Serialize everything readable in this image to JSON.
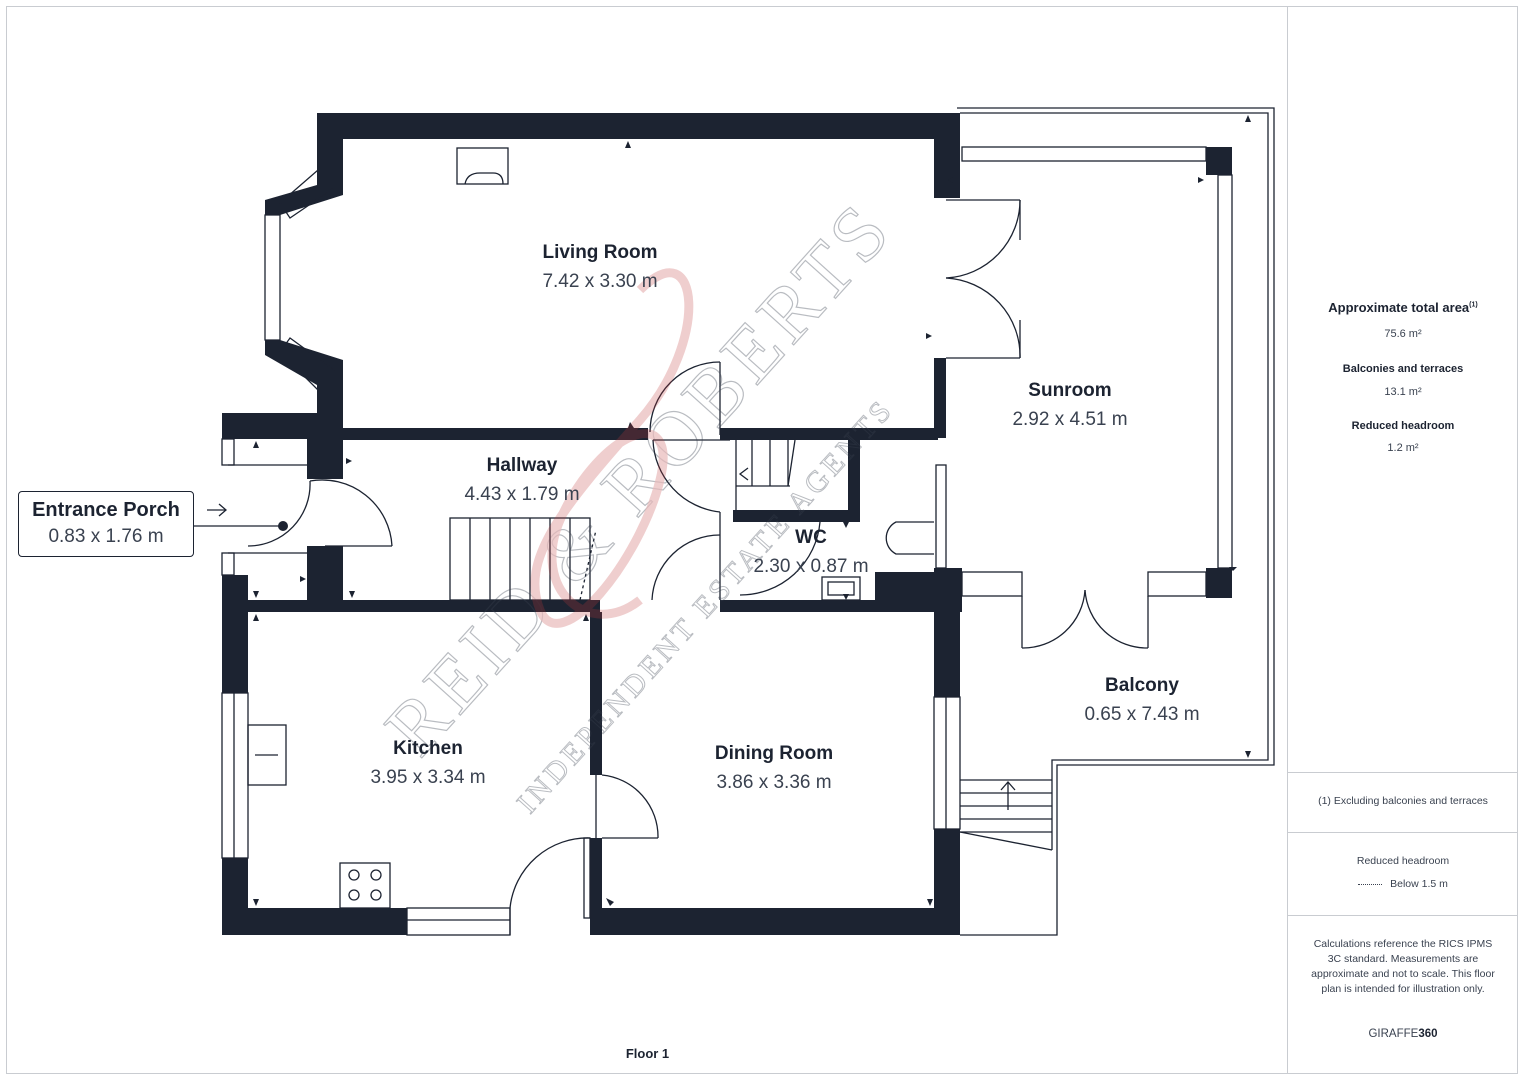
{
  "plan": {
    "floor_label": "Floor 1",
    "rooms": [
      {
        "name": "Living Room",
        "dims": "7.42 x 3.30 m"
      },
      {
        "name": "Sunroom",
        "dims": "2.92 x 4.51 m"
      },
      {
        "name": "Hallway",
        "dims": "4.43 x 1.79 m"
      },
      {
        "name": "WC",
        "dims": "2.30 x 0.87 m"
      },
      {
        "name": "Balcony",
        "dims": "0.65 x 7.43 m"
      },
      {
        "name": "Kitchen",
        "dims": "3.95 x 3.34 m"
      },
      {
        "name": "Dining Room",
        "dims": "3.86 x 3.36 m"
      }
    ],
    "porch": {
      "name": "Entrance Porch",
      "dims": "0.83 x 1.76 m"
    },
    "watermark": {
      "main": "REID & ROBERTS",
      "sub": "INDEPENDENT ESTATE AGENTS"
    }
  },
  "sidebar": {
    "total_area_label": "Approximate total area",
    "total_area_sup": "(1)",
    "total_area_value": "75.6 m²",
    "balconies_label": "Balconies and terraces",
    "balconies_value": "13.1 m²",
    "reduced_label": "Reduced headroom",
    "reduced_value": "1.2 m²",
    "footnote": "(1) Excluding balconies and terraces",
    "legend_title": "Reduced headroom",
    "legend_item": "Below 1.5 m",
    "disclaimer": "Calculations reference the RICS IPMS 3C standard. Measurements are approximate and not to scale. This floor plan is intended for illustration only.",
    "brand_prefix": "GIRAFFE",
    "brand_suffix": "360"
  }
}
